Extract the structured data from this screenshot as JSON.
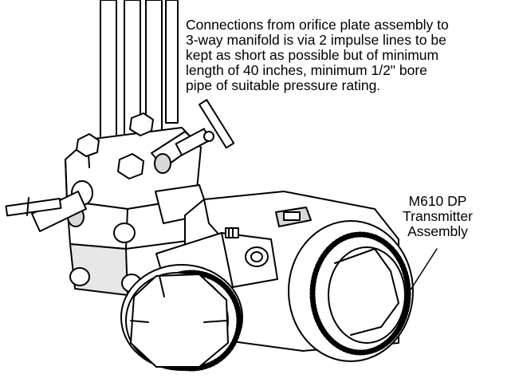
{
  "note": {
    "lines": [
      "Connections from orifice plate assembly to",
      "3-way manifold is via 2 impulse lines to be",
      "kept as short as possible but of minimum",
      "length of 40 inches, minimum 1/2\" bore",
      "pipe of suitable pressure rating."
    ]
  },
  "callout": {
    "lines": [
      "M610 DP",
      "Transmitter",
      "Assembly"
    ]
  },
  "colors": {
    "ink": "#000000",
    "paper": "#ffffff",
    "shade": "#d8d8d8"
  }
}
